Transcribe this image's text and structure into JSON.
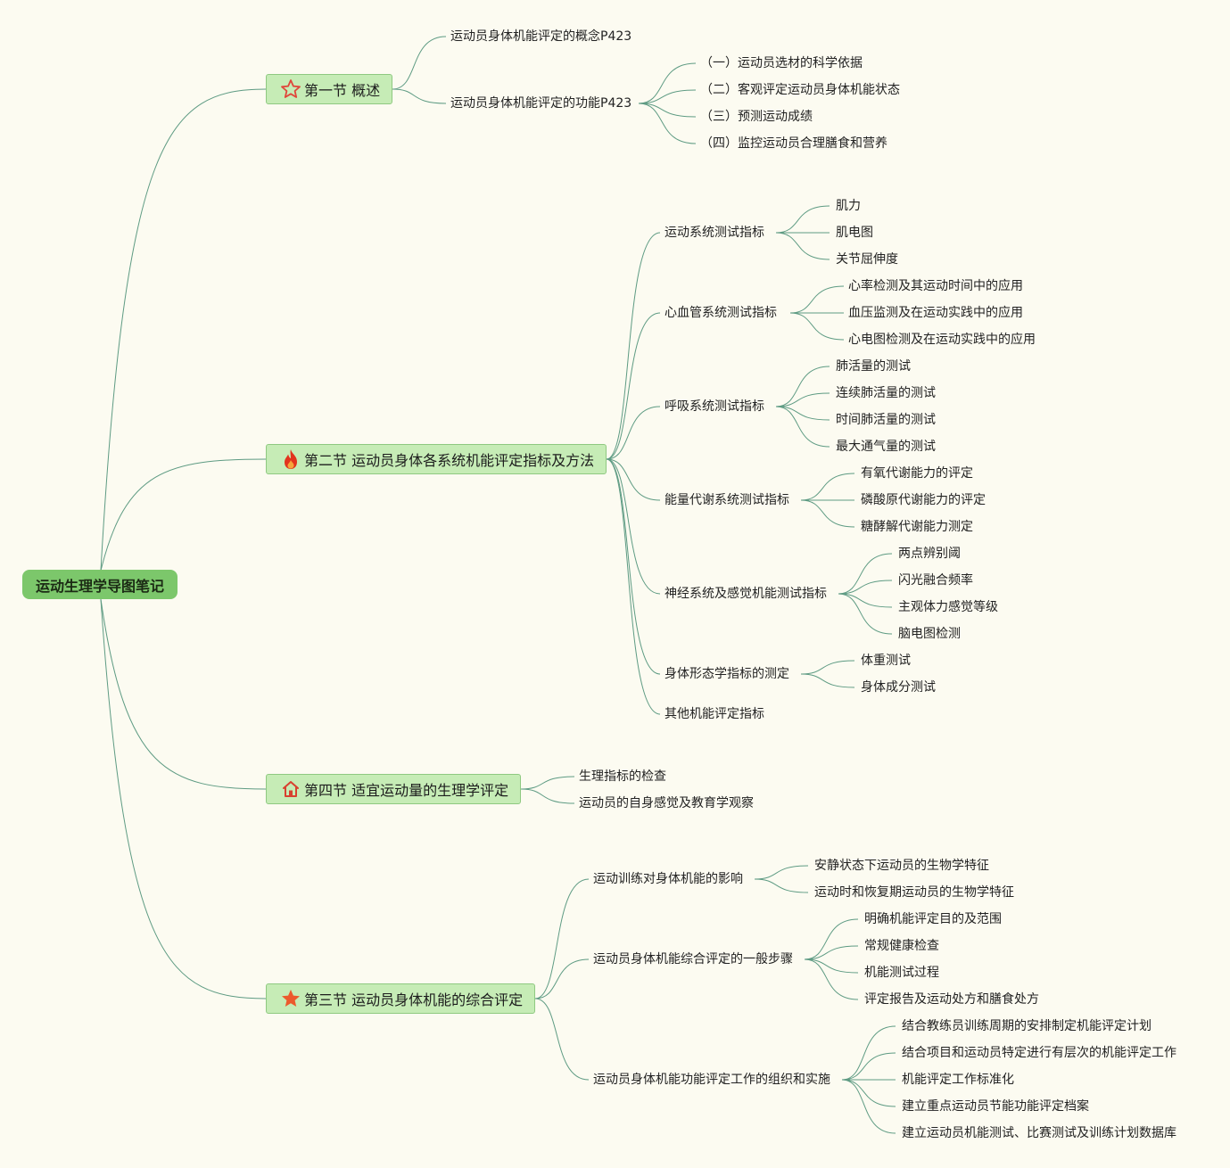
{
  "root": "运动生理学导图笔记",
  "sections": {
    "s1": {
      "title": "第一节 概述",
      "icon": "star-outline-icon",
      "children": {
        "a": "运动员身体机能评定的概念P423",
        "b": {
          "label": "运动员身体机能评定的功能P423",
          "items": [
            "（一）运动员选材的科学依据",
            "（二）客观评定运动员身体机能状态",
            "（三）预测运动成绩",
            "（四）监控运动员合理膳食和营养"
          ]
        }
      }
    },
    "s2": {
      "title": "第二节 运动员身体各系统机能评定指标及方法",
      "icon": "fire-icon",
      "groups": [
        {
          "label": "运动系统测试指标",
          "items": [
            "肌力",
            "肌电图",
            "关节屈伸度"
          ]
        },
        {
          "label": "心血管系统测试指标",
          "items": [
            "心率检测及其运动时间中的应用",
            "血压监测及在运动实践中的应用",
            "心电图检测及在运动实践中的应用"
          ]
        },
        {
          "label": "呼吸系统测试指标",
          "items": [
            "肺活量的测试",
            "连续肺活量的测试",
            "时间肺活量的测试",
            "最大通气量的测试"
          ]
        },
        {
          "label": "能量代谢系统测试指标",
          "items": [
            "有氧代谢能力的评定",
            "磷酸原代谢能力的评定",
            "糖酵解代谢能力测定"
          ]
        },
        {
          "label": "神经系统及感觉机能测试指标",
          "items": [
            "两点辨别阈",
            "闪光融合频率",
            "主观体力感觉等级",
            "脑电图检测"
          ]
        },
        {
          "label": "身体形态学指标的测定",
          "items": [
            "体重测试",
            "身体成分测试"
          ]
        },
        {
          "label": "其他机能评定指标",
          "items": []
        }
      ]
    },
    "s4": {
      "title": "第四节 适宜运动量的生理学评定",
      "icon": "home-icon",
      "items": [
        "生理指标的检查",
        "运动员的自身感觉及教育学观察"
      ]
    },
    "s3": {
      "title": "第三节 运动员身体机能的综合评定",
      "icon": "star-filled-icon",
      "groups": [
        {
          "label": "运动训练对身体机能的影响",
          "items": [
            "安静状态下运动员的生物学特征",
            "运动时和恢复期运动员的生物学特征"
          ]
        },
        {
          "label": "运动员身体机能综合评定的一般步骤",
          "items": [
            "明确机能评定目的及范围",
            "常规健康检查",
            "机能测试过程",
            "评定报告及运动处方和膳食处方"
          ]
        },
        {
          "label": "运动员身体机能功能评定工作的组织和实施",
          "items": [
            "结合教练员训练周期的安排制定机能评定计划",
            "结合项目和运动员特定进行有层次的机能评定工作",
            "机能评定工作标准化",
            "建立重点运动员节能功能评定档案",
            "建立运动员机能测试、比赛测试及训练计划数据库"
          ]
        }
      ]
    }
  },
  "colors": {
    "background": "#fcfbf1",
    "root_fill": "#7cc76b",
    "section_fill": "#c6ecb6",
    "line": "#5e9b83"
  }
}
